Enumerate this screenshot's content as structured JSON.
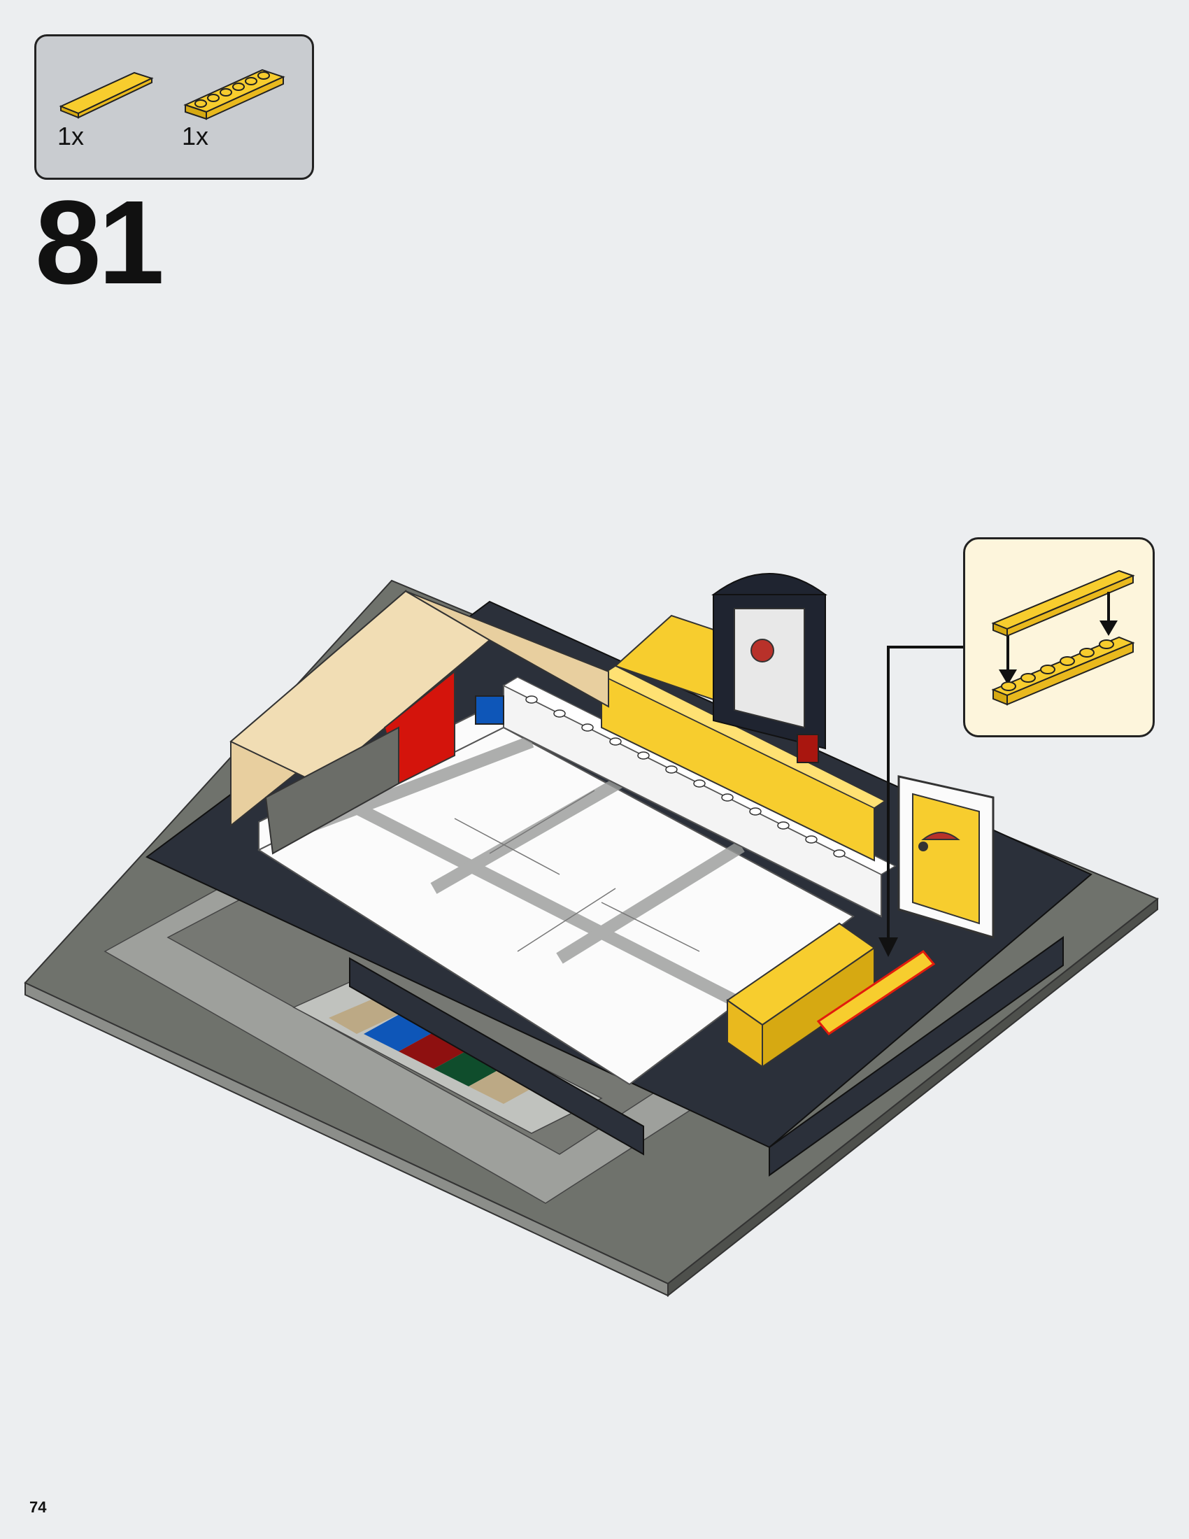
{
  "parts_list": {
    "items": [
      {
        "name": "tile-1x6-yellow",
        "quantity": "1x",
        "color": "#f5c518"
      },
      {
        "name": "plate-1x6-yellow",
        "quantity": "1x",
        "color": "#f5c518"
      }
    ]
  },
  "step": {
    "number": "81"
  },
  "page": {
    "number": "74"
  },
  "colors": {
    "yellow": "#f7cd2e",
    "tan": "#e8cf9f",
    "dark_gray": "#6b6d68",
    "black": "#1f2430",
    "white": "#fbfbfb",
    "light_gray": "#a6a8a6",
    "red": "#d4140c",
    "blue": "#0e56b8",
    "green": "#0f4d2c",
    "callout_bg": "#fdf5dc"
  }
}
